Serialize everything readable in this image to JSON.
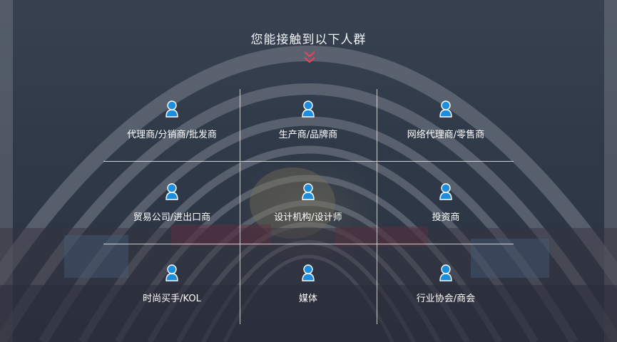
{
  "section": {
    "title": "您能接触到以下人群",
    "icons": {
      "scroll": "double-chevron-down-icon",
      "item": "user-icon"
    },
    "colors": {
      "icon": "#1d8ede",
      "chevron": "#e8425a",
      "line": "#ffffff"
    }
  },
  "audience": [
    {
      "label": "代理商/分销商/批发商"
    },
    {
      "label": "生产商/品牌商"
    },
    {
      "label": "网络代理商/零售商"
    },
    {
      "label": "贸易公司/进出口商"
    },
    {
      "label": "设计机构/设计师"
    },
    {
      "label": "投资商"
    },
    {
      "label": "时尚买手/KOL"
    },
    {
      "label": "媒体"
    },
    {
      "label": "行业协会/商会"
    }
  ]
}
